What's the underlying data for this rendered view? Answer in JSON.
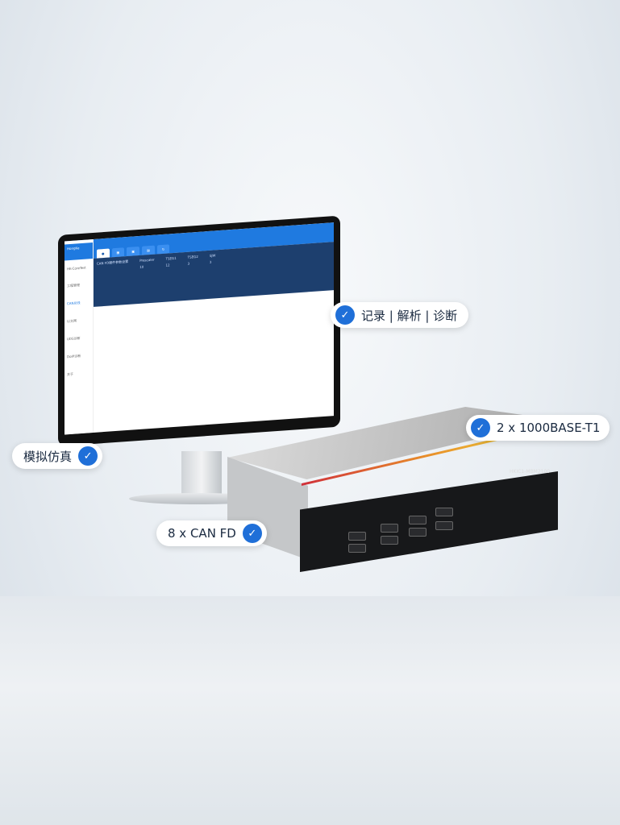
{
  "callouts": {
    "record": "记录 | 解析 | 诊断",
    "ethernet": "2 x 1000BASE-T1",
    "simulation": "模拟仿真",
    "can": "8 x CAN FD"
  },
  "screen": {
    "app_name": "HK-CoreTest",
    "brand": "HongKe",
    "tabs": [
      "",
      "",
      "",
      "",
      ""
    ],
    "sidebar": [
      "工程管理",
      "CAN总线",
      "以太网",
      "UDS诊断",
      "DoIP诊断",
      "关于"
    ],
    "panel_title": "CAN FD硬件参数设置",
    "fields": [
      "Prescaler",
      "TSEG1",
      "TSEG2",
      "SJW"
    ],
    "field_values": [
      "10",
      "12",
      "3",
      "3"
    ]
  },
  "device": {
    "model": "HKIC1-MBM2100",
    "brand": "HongKe"
  },
  "colors": {
    "accent": "#1f6fd8"
  }
}
